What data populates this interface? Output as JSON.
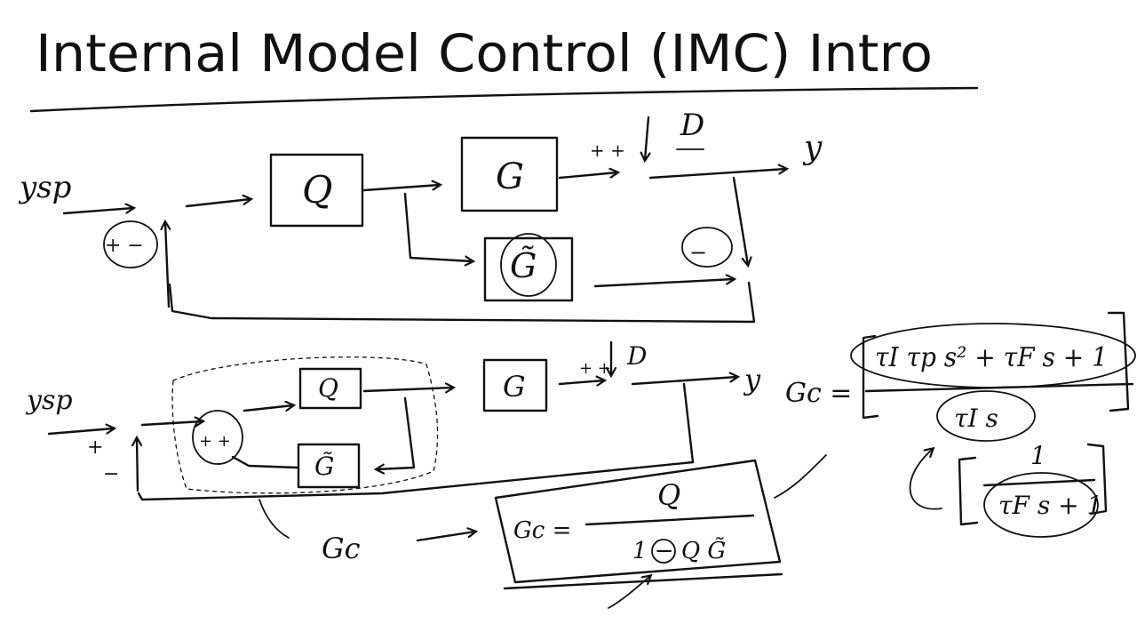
{
  "title": "Internal Model Control (IMC) Intro",
  "top_diagram": {
    "setpoint": "ysp",
    "sum_signs": "+ −",
    "controller": "Q",
    "process": "G",
    "model": "G̃",
    "disturbance_signs": "+ +",
    "disturbance": "D",
    "output": "y",
    "subtract_sign": "−"
  },
  "bottom_diagram": {
    "setpoint": "ysp",
    "plus_sign": "+",
    "minus_sign": "−",
    "inner_sum_signs": "+ +",
    "controller": "Q",
    "model": "G̃",
    "process": "G",
    "disturbance_signs": "+ +",
    "disturbance": "D",
    "output": "y",
    "gc_label": "Gc",
    "gc_equation_lhs": "Gc =",
    "gc_numerator": "Q",
    "gc_denominator": "1 − Q G̃",
    "rhs_lhs": "Gc =",
    "rhs_numerator": "τI τp s² + τF s + 1",
    "rhs_denominator": "τI s",
    "filter_numerator": "1",
    "filter_denominator": "τF s + 1"
  }
}
